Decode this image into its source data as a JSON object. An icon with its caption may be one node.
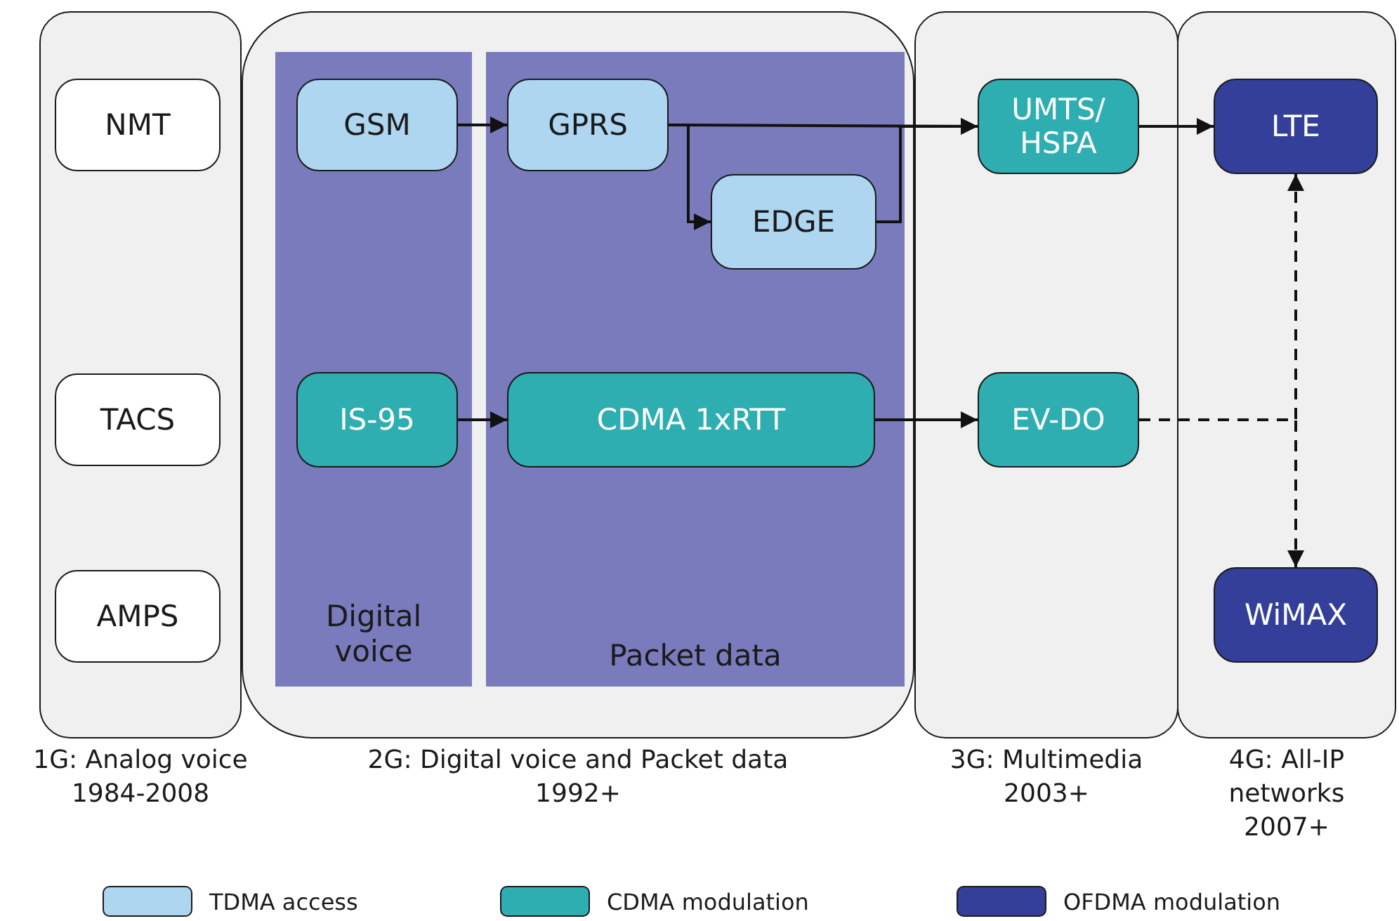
{
  "diagram": {
    "nodes": [
      {
        "text": [
          "1G: Analog voice 1984-2008"
        ]
      },
      {
        "text": [
          "2G: Digital voice and Packet data 1992+"
        ]
      },
      {
        "text": [
          "Digital voice"
        ],
        "in": 1
      },
      {
        "text": [
          "Packet data"
        ],
        "in": 1
      },
      {
        "text": [
          "3G: Multimedia 2003+"
        ]
      },
      {
        "text": [
          "4G: All-IP networks 2007+"
        ]
      },
      {
        "text": [
          "NMT"
        ],
        "in": 0
      },
      {
        "text": [
          "TACS"
        ],
        "in": 0
      },
      {
        "text": [
          "AMPS"
        ],
        "in": 0
      },
      {
        "text": [
          "GSM"
        ],
        "in": 2
      },
      {
        "text": [
          "IS-95"
        ],
        "in": 2
      },
      {
        "text": [
          "GPRS"
        ],
        "in": 3
      },
      {
        "text": [
          "EDGE"
        ],
        "in": 3
      },
      {
        "text": [
          "CDMA 1xRTT"
        ],
        "in": 3
      },
      {
        "text": [
          "UMTS/ HSPA"
        ],
        "in": 4
      },
      {
        "text": [
          "EV-DO"
        ],
        "in": 4
      },
      {
        "text": [
          "LTE"
        ],
        "in": 5
      },
      {
        "text": [
          "WiMAX"
        ],
        "in": 5
      }
    ],
    "edges": [
      {
        "from": 9,
        "to": 11,
        "arrow": "to"
      },
      {
        "from": 11,
        "to": 14,
        "arrow": "to"
      },
      {
        "from": 11,
        "to": 12,
        "arrow": "to"
      },
      {
        "from": 12,
        "to": 14,
        "arrow": "to"
      },
      {
        "from": 10,
        "to": 13,
        "arrow": "to"
      },
      {
        "from": 13,
        "to": 15,
        "arrow": "to"
      },
      {
        "from": 14,
        "to": 16,
        "arrow": "to"
      },
      {
        "from": 15,
        "to": 16,
        "arrow": "to",
        "style": "dashed"
      },
      {
        "from": 15,
        "to": 17,
        "arrow": "to",
        "style": "dashed"
      }
    ],
    "legend": [
      {
        "text": "TDMA access",
        "color": "#aed6f1"
      },
      {
        "text": "CDMA modulation",
        "color": "#2eaeb0"
      },
      {
        "text": "OFDMA modulation",
        "color": "#333f99"
      }
    ]
  }
}
